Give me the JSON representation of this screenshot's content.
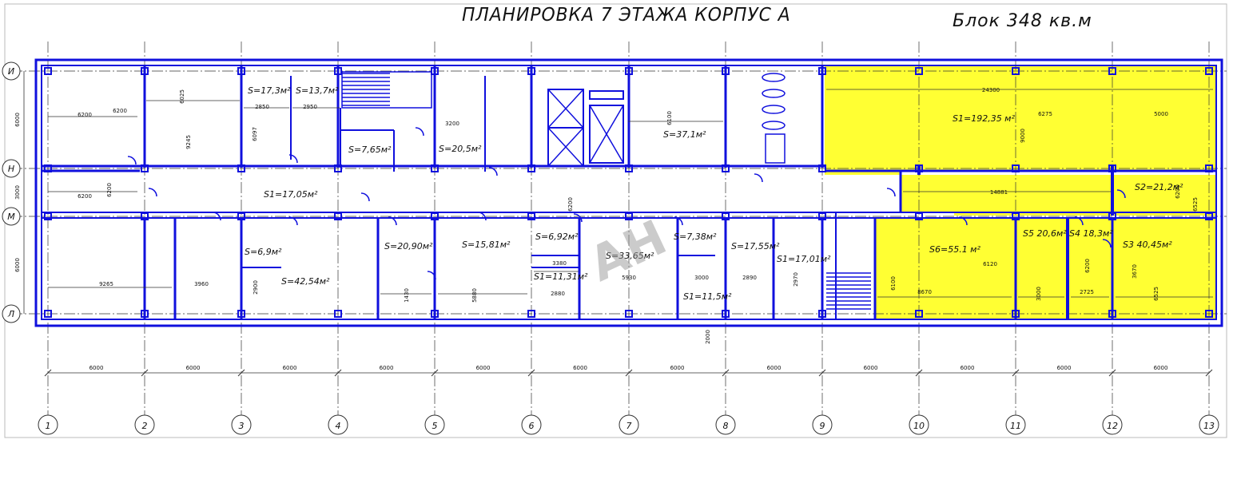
{
  "title": "ПЛАНИРОВКА 7 ЭТАЖА КОРПУС А",
  "block_area": "Блок 348 кв.м",
  "axes": {
    "columns": [
      "1",
      "2",
      "3",
      "4",
      "5",
      "6",
      "7",
      "8",
      "9",
      "10",
      "11",
      "12",
      "13"
    ],
    "rows": [
      "И",
      "Н",
      "М",
      "Л"
    ],
    "column_spacing": "6000",
    "row_dims": [
      "6000",
      "3000",
      "6000"
    ]
  },
  "rooms": [
    {
      "id": "r1",
      "label": "S1=192,35 м²",
      "highlight": true
    },
    {
      "id": "r2",
      "label": "S2=21,2м²",
      "highlight": true
    },
    {
      "id": "r3",
      "label": "S3 40,45м²",
      "highlight": true
    },
    {
      "id": "r4",
      "label": "S4 18,3м²",
      "highlight": true
    },
    {
      "id": "r5",
      "label": "S5 20,6м²",
      "highlight": true
    },
    {
      "id": "r6",
      "label": "S6=55.1 м²",
      "highlight": true
    },
    {
      "id": "r7",
      "label": "S=17,3м²"
    },
    {
      "id": "r8",
      "label": "S=13,7м²"
    },
    {
      "id": "r9",
      "label": "S=7,65м²"
    },
    {
      "id": "r10",
      "label": "S=20,5м²"
    },
    {
      "id": "r11",
      "label": "S=37,1м²"
    },
    {
      "id": "r12",
      "label": "S1=17,05м²"
    },
    {
      "id": "r13",
      "label": "S=6,9м²"
    },
    {
      "id": "r14",
      "label": "S=42,54м²"
    },
    {
      "id": "r15",
      "label": "S=20,90м²"
    },
    {
      "id": "r16",
      "label": "S=15,81м²"
    },
    {
      "id": "r17",
      "label": "S=6,92м²"
    },
    {
      "id": "r18",
      "label": "S1=11,31м²"
    },
    {
      "id": "r19",
      "label": "S=33,65м²"
    },
    {
      "id": "r20",
      "label": "S=7,38м²"
    },
    {
      "id": "r21",
      "label": "S1=11,5м²"
    },
    {
      "id": "r22",
      "label": "S=17,55м²"
    },
    {
      "id": "r23",
      "label": "S1=17,01м²"
    }
  ],
  "dims": [
    "6200",
    "6025",
    "6200",
    "9245",
    "6200",
    "6200",
    "2850",
    "2950",
    "6097",
    "3200",
    "6100",
    "24300",
    "6275",
    "9000",
    "5000",
    "14881",
    "6200",
    "6525",
    "9265",
    "3960",
    "2900",
    "1430",
    "5880",
    "2880",
    "3380",
    "5930",
    "3000",
    "2890",
    "2970",
    "6100",
    "6120",
    "8670",
    "3000",
    "2725",
    "6200",
    "6525",
    "3670",
    "2000",
    "6200"
  ],
  "watermark": "АН",
  "colors": {
    "wall": "#1010dd",
    "highlight": "#ffff33",
    "grid": "#333333"
  }
}
